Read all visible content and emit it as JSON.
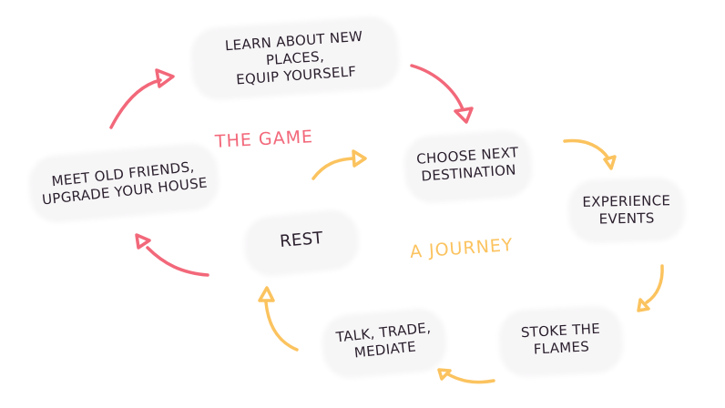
{
  "colors": {
    "game": "#f2687a",
    "journey": "#fbc35f",
    "node_text": "#2a1f2d",
    "node_bg": "#f7f6f7"
  },
  "loops": {
    "game_title": "THE GAME",
    "journey_title": "A JOURNEY"
  },
  "nodes": {
    "learn": "LEARN ABOUT NEW\nPLACES,\nEQUIP YOURSELF",
    "meet": "MEET OLD FRIENDS,\nUPGRADE YOUR HOUSE",
    "choose": "CHOOSE NEXT\nDESTINATION",
    "experience": "EXPERIENCE\nEVENTS",
    "stoke": "STOKE THE\nFLAMES",
    "talk": "TALK, TRADE,\nMEDIATE",
    "rest": "REST"
  },
  "arrows": [
    {
      "name": "meet-to-learn",
      "loop": "game"
    },
    {
      "name": "learn-to-choose",
      "loop": "game"
    },
    {
      "name": "rest-to-meet",
      "loop": "game"
    },
    {
      "name": "rest-to-choose",
      "loop": "journey"
    },
    {
      "name": "choose-to-experience",
      "loop": "journey"
    },
    {
      "name": "experience-to-stoke",
      "loop": "journey"
    },
    {
      "name": "stoke-to-talk",
      "loop": "journey"
    },
    {
      "name": "talk-to-rest",
      "loop": "journey"
    }
  ]
}
